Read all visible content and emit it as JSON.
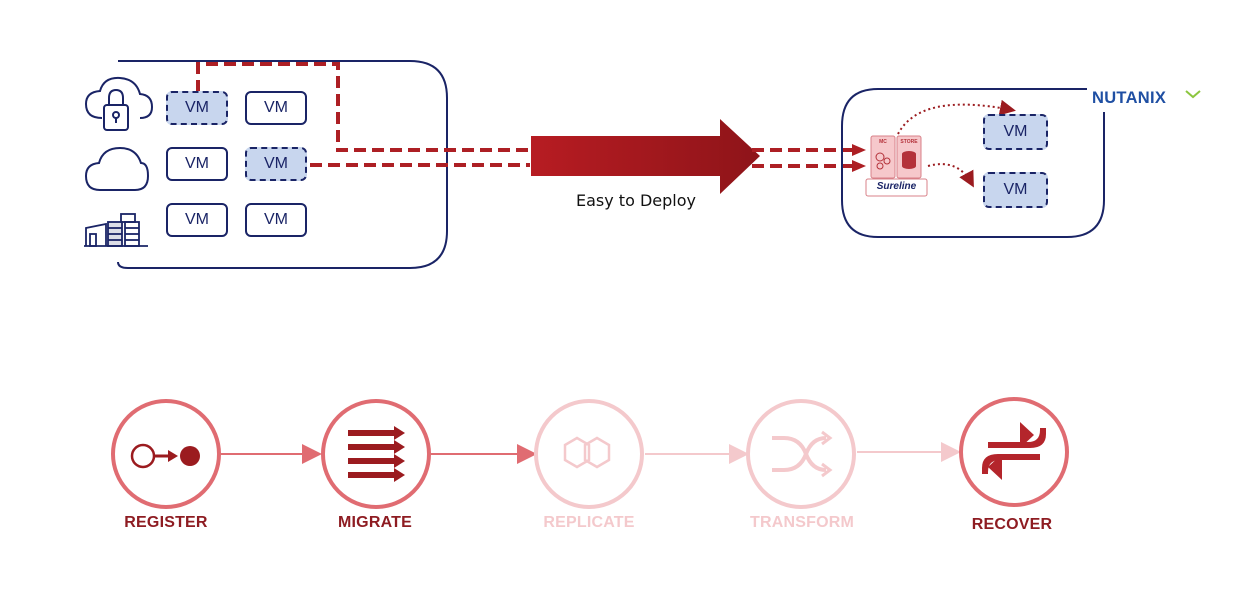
{
  "source_vms": [
    "VM",
    "VM",
    "VM",
    "VM",
    "VM",
    "VM"
  ],
  "target_vms": [
    "VM",
    "VM"
  ],
  "arrow_caption": "Easy to Deploy",
  "brand": "NUTANIX",
  "appliance": {
    "left_tag": "MC",
    "right_tag": "STORE",
    "logo_text": "Sureline"
  },
  "steps": [
    {
      "label": "REGISTER"
    },
    {
      "label": "MIGRATE"
    },
    {
      "label": "REPLICATE"
    },
    {
      "label": "TRANSFORM"
    },
    {
      "label": "RECOVER"
    }
  ],
  "colors": {
    "navy": "#1a2466",
    "dark_red": "#9b1b1f",
    "step_ring": "#e06c72",
    "faded": "#f4c9cc",
    "vm_selected_fill": "#c8d6ee",
    "nutanix_blue": "#1f4fa3",
    "nutanix_green": "#8cc63f"
  }
}
